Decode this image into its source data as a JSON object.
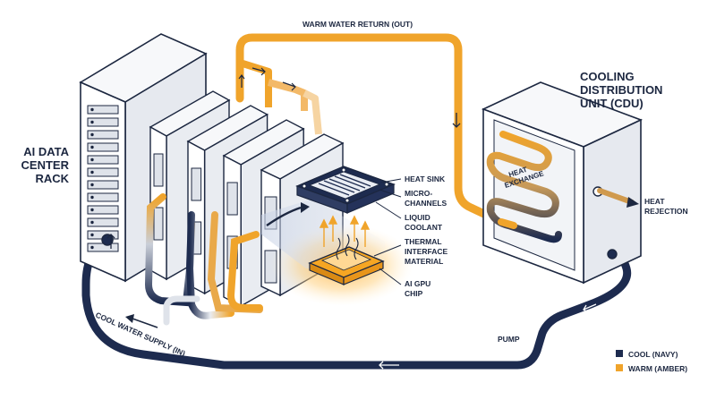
{
  "labels": {
    "warm_return": "WARM WATER RETURN (OUT)",
    "cool_supply": "COOL WATER SUPPLY (IN)",
    "pump": "PUMP",
    "rack_title": [
      "AI DATA",
      "CENTER",
      "RACK"
    ],
    "cdu_title": [
      "COOLING",
      "DISTRIBUTION",
      "UNIT (CDU)"
    ],
    "heat_exchange": [
      "HEAT",
      "EXCHANGE"
    ],
    "heat_rejection": [
      "HEAT",
      "REJECTION"
    ],
    "heat_sink": "HEAT SINK",
    "micro_channels": [
      "MICRO-",
      "CHANNELS"
    ],
    "liquid_coolant": [
      "LIQUID",
      "COOLANT"
    ],
    "thermal_interface": [
      "THERMAL",
      "INTERFACE",
      "MATERIAL"
    ],
    "ai_gpu_chip": [
      "AI GPU",
      "CHIP"
    ]
  },
  "legend": [
    {
      "label": "COOL (NAVY)",
      "color": "#1d2b4f"
    },
    {
      "label": "WARM (AMBER)",
      "color": "#f0a42b"
    }
  ],
  "colors": {
    "navy": "#1d2b4f",
    "amber": "#f0a42b",
    "outline": "#1c2740",
    "panel": "#f2f4f7",
    "glow": "#ffb347"
  }
}
